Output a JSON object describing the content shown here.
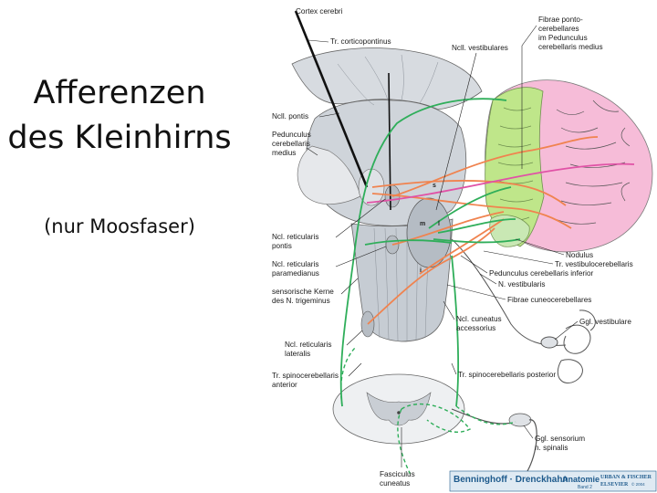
{
  "slide": {
    "title_line1": "Afferenzen",
    "title_line2": "des Kleinhirns",
    "subtitle": "(nur Moosfaser)"
  },
  "figure": {
    "labels": {
      "cortex_cerebri": "Cortex cerebri",
      "tr_corticopontinus": "Tr. corticopontinus",
      "fibrae_line1": "Fibrae ponto-",
      "fibrae_line2": "cerebellares",
      "fibrae_line3": "im Pedunculus",
      "fibrae_line4": "cerebellaris medius",
      "ncll_vestibulares": "Ncll. vestibulares",
      "ncll_pontis": "Ncll. pontis",
      "pedunculus_line1": "Pedunculus",
      "pedunculus_line2": "cerebellaris",
      "pedunculus_line3": "medius",
      "ncl_ret_pontis_line1": "Ncl. reticularis",
      "ncl_ret_pontis_line2": "pontis",
      "ncl_ret_param_line1": "Ncl. reticularis",
      "ncl_ret_param_line2": "paramedianus",
      "sensorische_line1": "sensorische Kerne",
      "sensorische_line2": "des N. trigeminus",
      "ncl_ret_lat_line1": "Ncl. reticularis",
      "ncl_ret_lat_line2": "lateralis",
      "tr_spino_ant_line1": "Tr. spinocerebellaris",
      "tr_spino_ant_line2": "anterior",
      "fasciculus_line1": "Fasciculus",
      "fasciculus_line2": "cuneatus",
      "nodulus": "Nodulus",
      "tr_vestibulo": "Tr. vestibulocerebellaris",
      "ped_inf": "Pedunculus cerebellaris inferior",
      "n_vestibularis": "N. vestibularis",
      "fibrae_cuneo": "Fibrae cuneocerebellares",
      "ncl_cuneatus_line1": "Ncl. cuneatus",
      "ncl_cuneatus_line2": "accessorius",
      "ggl_vestibulare": "Ggl. vestibulare",
      "tr_spino_post": "Tr. spinocerebellaris posterior",
      "ggl_sensorium_line1": "Ggl. sensorium",
      "ggl_sensorium_line2": "n. spinalis",
      "nucleus_s": "s",
      "nucleus_m": "m",
      "nucleus_l": "l",
      "nucleus_i": "i"
    },
    "credit": {
      "book": "Benninghoff · Drenckhahn",
      "title": "Anatomie",
      "volume": "Band 2",
      "publisher_line1": "URBAN & FISCHER",
      "publisher_line2": "ELSEVIER",
      "copyright": "© 2004"
    },
    "colors": {
      "green_pathway": "#2fae5a",
      "orange_pathway": "#f0834f",
      "pink_pathway": "#e052a6",
      "cerebellum_pink": "#f6bcd8",
      "cerebellum_green": "#bfe68a",
      "brainstem_gray": "#cfd4da",
      "credit_blue": "#1e5a8c"
    }
  }
}
